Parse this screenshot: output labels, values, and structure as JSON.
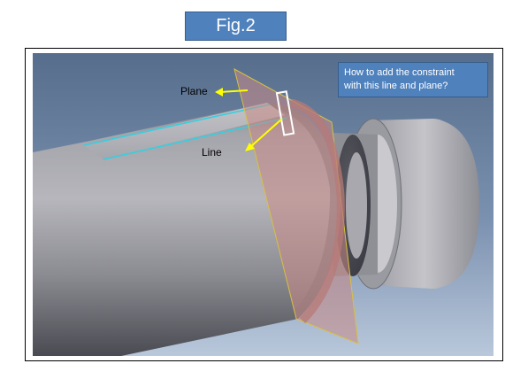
{
  "figure": {
    "title": "Fig.2"
  },
  "annotations": {
    "question_lines": [
      "How to add the constraint",
      "with this line and plane?"
    ],
    "plane_label": "Plane",
    "line_label": "Line"
  },
  "colors": {
    "title_box": "#4f81bd",
    "title_border": "#385d8a",
    "arrow": "#ffff00",
    "edge_line": "#33d0e0",
    "plane_fill": "#c98a86",
    "plane_edge": "#d8c040",
    "highlight_box": "#ffffff"
  }
}
